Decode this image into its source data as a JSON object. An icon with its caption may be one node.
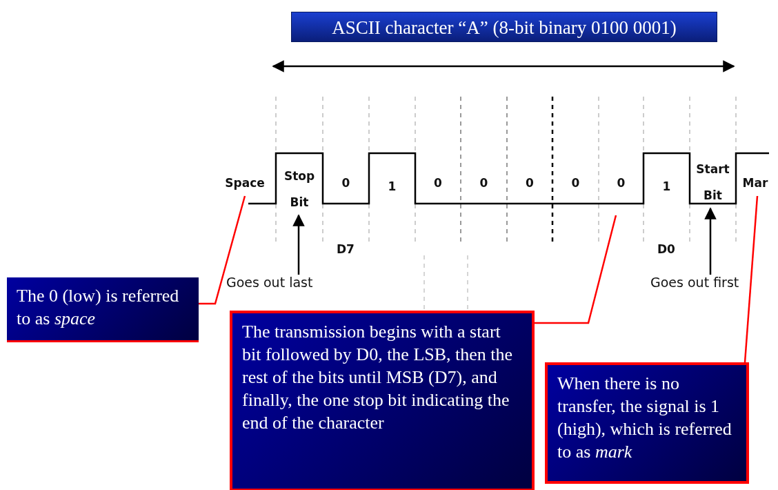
{
  "diagram": {
    "nodes": [
      {
        "text": [
          "ASCII character “A” (8-bit binary 0100 0001)"
        ]
      },
      {
        "text": [
          "Space"
        ]
      },
      {
        "text": [
          "Stop Bit"
        ]
      },
      {
        "text": [
          "0"
        ]
      },
      {
        "text": [
          "1"
        ]
      },
      {
        "text": [
          "0"
        ]
      },
      {
        "text": [
          "0"
        ]
      },
      {
        "text": [
          "0"
        ]
      },
      {
        "text": [
          "0"
        ]
      },
      {
        "text": [
          "0"
        ]
      },
      {
        "text": [
          "1"
        ]
      },
      {
        "text": [
          "Start Bit"
        ]
      },
      {
        "text": [
          "Mar"
        ]
      },
      {
        "text": [
          "Goes out last"
        ]
      },
      {
        "text": [
          "Goes out first"
        ]
      },
      {
        "text": [
          "The 0 (low) is referred to as *space*"
        ]
      },
      {
        "text": [
          "The transmission begins with a start bit followed by D0, the LSB, then the rest of the bits until MSB (D7), and finally, the one stop bit indicating the end of the character"
        ]
      },
      {
        "text": [
          "When there is no transfer, the signal is 1 (high), which is referred to as *mark*"
        ]
      }
    ],
    "edges": [
      {
        "from": 13,
        "to": 2,
        "arrow": "to",
        "color": "#000000"
      },
      {
        "from": 14,
        "to": 11,
        "arrow": "to",
        "color": "#000000"
      },
      {
        "from": 15,
        "to": 1,
        "arrow": "none"
      },
      {
        "from": 16,
        "to": null,
        "arrow": "none"
      },
      {
        "from": 17,
        "to": 12,
        "arrow": "none"
      }
    ],
    "labels": [
      "D7",
      "D0"
    ]
  }
}
